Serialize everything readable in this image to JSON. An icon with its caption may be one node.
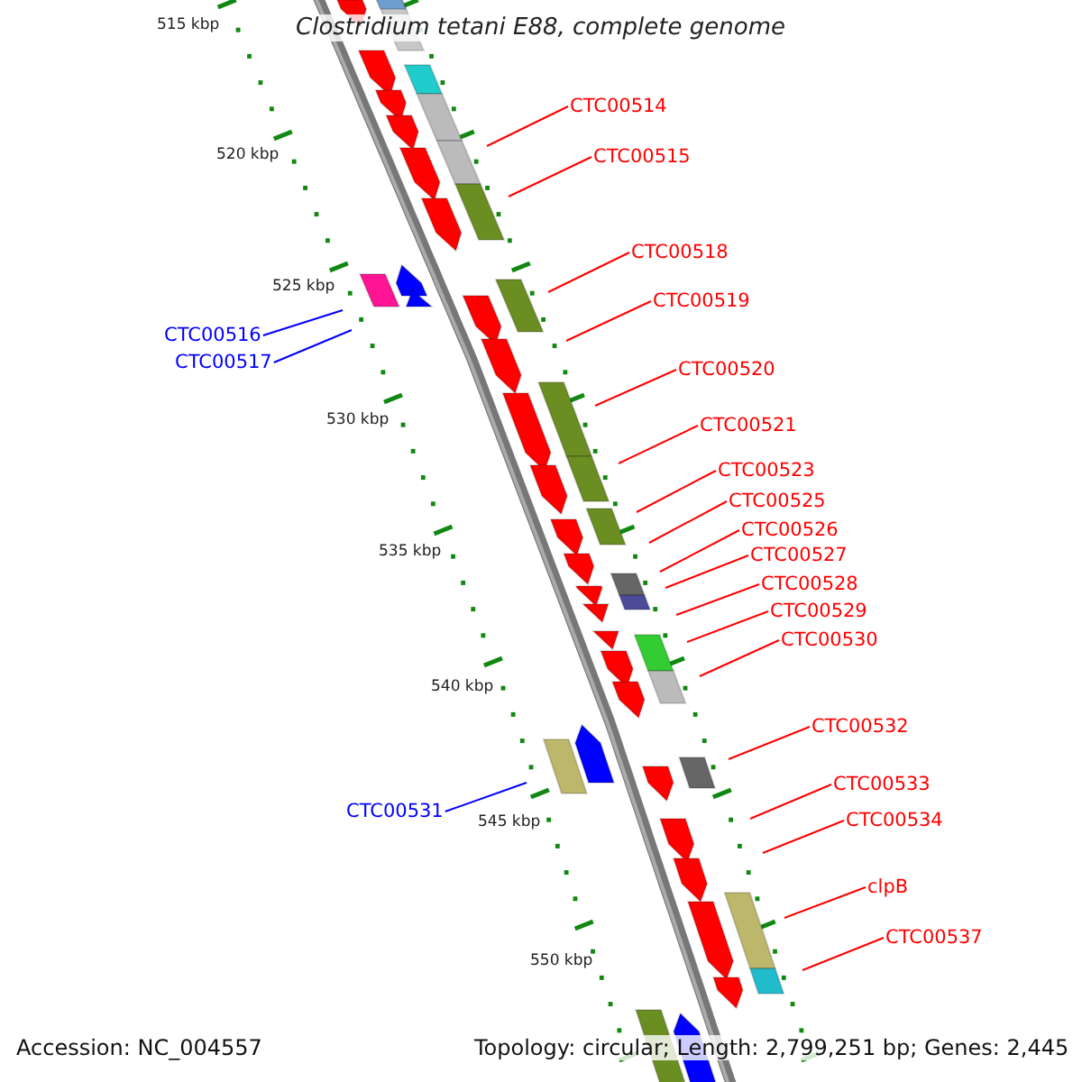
{
  "diagram": {
    "title": "Clostridium tetani E88, complete genome",
    "nodes": [
      {
        "text": [
          "CTC00514"
        ]
      },
      {
        "text": [
          "CTC00515"
        ]
      },
      {
        "text": [
          "CTC00518"
        ]
      },
      {
        "text": [
          "CTC00519"
        ]
      },
      {
        "text": [
          "CTC00516"
        ]
      },
      {
        "text": [
          "CTC00517"
        ]
      },
      {
        "text": [
          "CTC00520"
        ]
      },
      {
        "text": [
          "CTC00521"
        ]
      },
      {
        "text": [
          "CTC00523"
        ]
      },
      {
        "text": [
          "CTC00525"
        ]
      },
      {
        "text": [
          "CTC00526"
        ]
      },
      {
        "text": [
          "CTC00527"
        ]
      },
      {
        "text": [
          "CTC00528"
        ]
      },
      {
        "text": [
          "CTC00529"
        ]
      },
      {
        "text": [
          "CTC00530"
        ]
      },
      {
        "text": [
          "CTC00532"
        ]
      },
      {
        "text": [
          "CTC00533"
        ]
      },
      {
        "text": [
          "CTC00531"
        ]
      },
      {
        "text": [
          "CTC00534"
        ]
      },
      {
        "text": [
          "clpB"
        ]
      },
      {
        "text": [
          "CTC00537"
        ]
      }
    ],
    "edges": [
      {
        "from": 0,
        "to": null,
        "arrow": "none"
      },
      {
        "from": 1,
        "to": null,
        "arrow": "none"
      },
      {
        "from": 2,
        "to": null,
        "arrow": "none"
      },
      {
        "from": 3,
        "to": null,
        "arrow": "none"
      },
      {
        "from": 4,
        "to": null,
        "arrow": "none",
        "color": "#0000ff"
      },
      {
        "from": 5,
        "to": null,
        "arrow": "none",
        "color": "#0000ff"
      },
      {
        "from": 6,
        "to": null,
        "arrow": "none"
      },
      {
        "from": 7,
        "to": null,
        "arrow": "none"
      },
      {
        "from": 8,
        "to": null,
        "arrow": "none"
      },
      {
        "from": 9,
        "to": null,
        "arrow": "none"
      },
      {
        "from": 10,
        "to": null,
        "arrow": "none"
      },
      {
        "from": 11,
        "to": null,
        "arrow": "none"
      },
      {
        "from": 12,
        "to": null,
        "arrow": "none"
      },
      {
        "from": 13,
        "to": null,
        "arrow": "none"
      },
      {
        "from": 14,
        "to": null,
        "arrow": "none"
      },
      {
        "from": 15,
        "to": null,
        "arrow": "none"
      },
      {
        "from": 16,
        "to": null,
        "arrow": "none"
      },
      {
        "from": 17,
        "to": null,
        "arrow": "none",
        "color": "#0000ff"
      },
      {
        "from": 18,
        "to": null,
        "arrow": "none"
      },
      {
        "from": 19,
        "to": null,
        "arrow": "none"
      },
      {
        "from": 20,
        "to": null,
        "arrow": "none"
      }
    ],
    "labels": [
      "515 kbp",
      "520 kbp",
      "525 kbp",
      "530 kbp",
      "535 kbp",
      "540 kbp",
      "545 kbp",
      "550 kbp",
      "Accession: NC_004557",
      "Topology: circular; Length: 2,799,251 bp; Genes: 2,445"
    ]
  }
}
